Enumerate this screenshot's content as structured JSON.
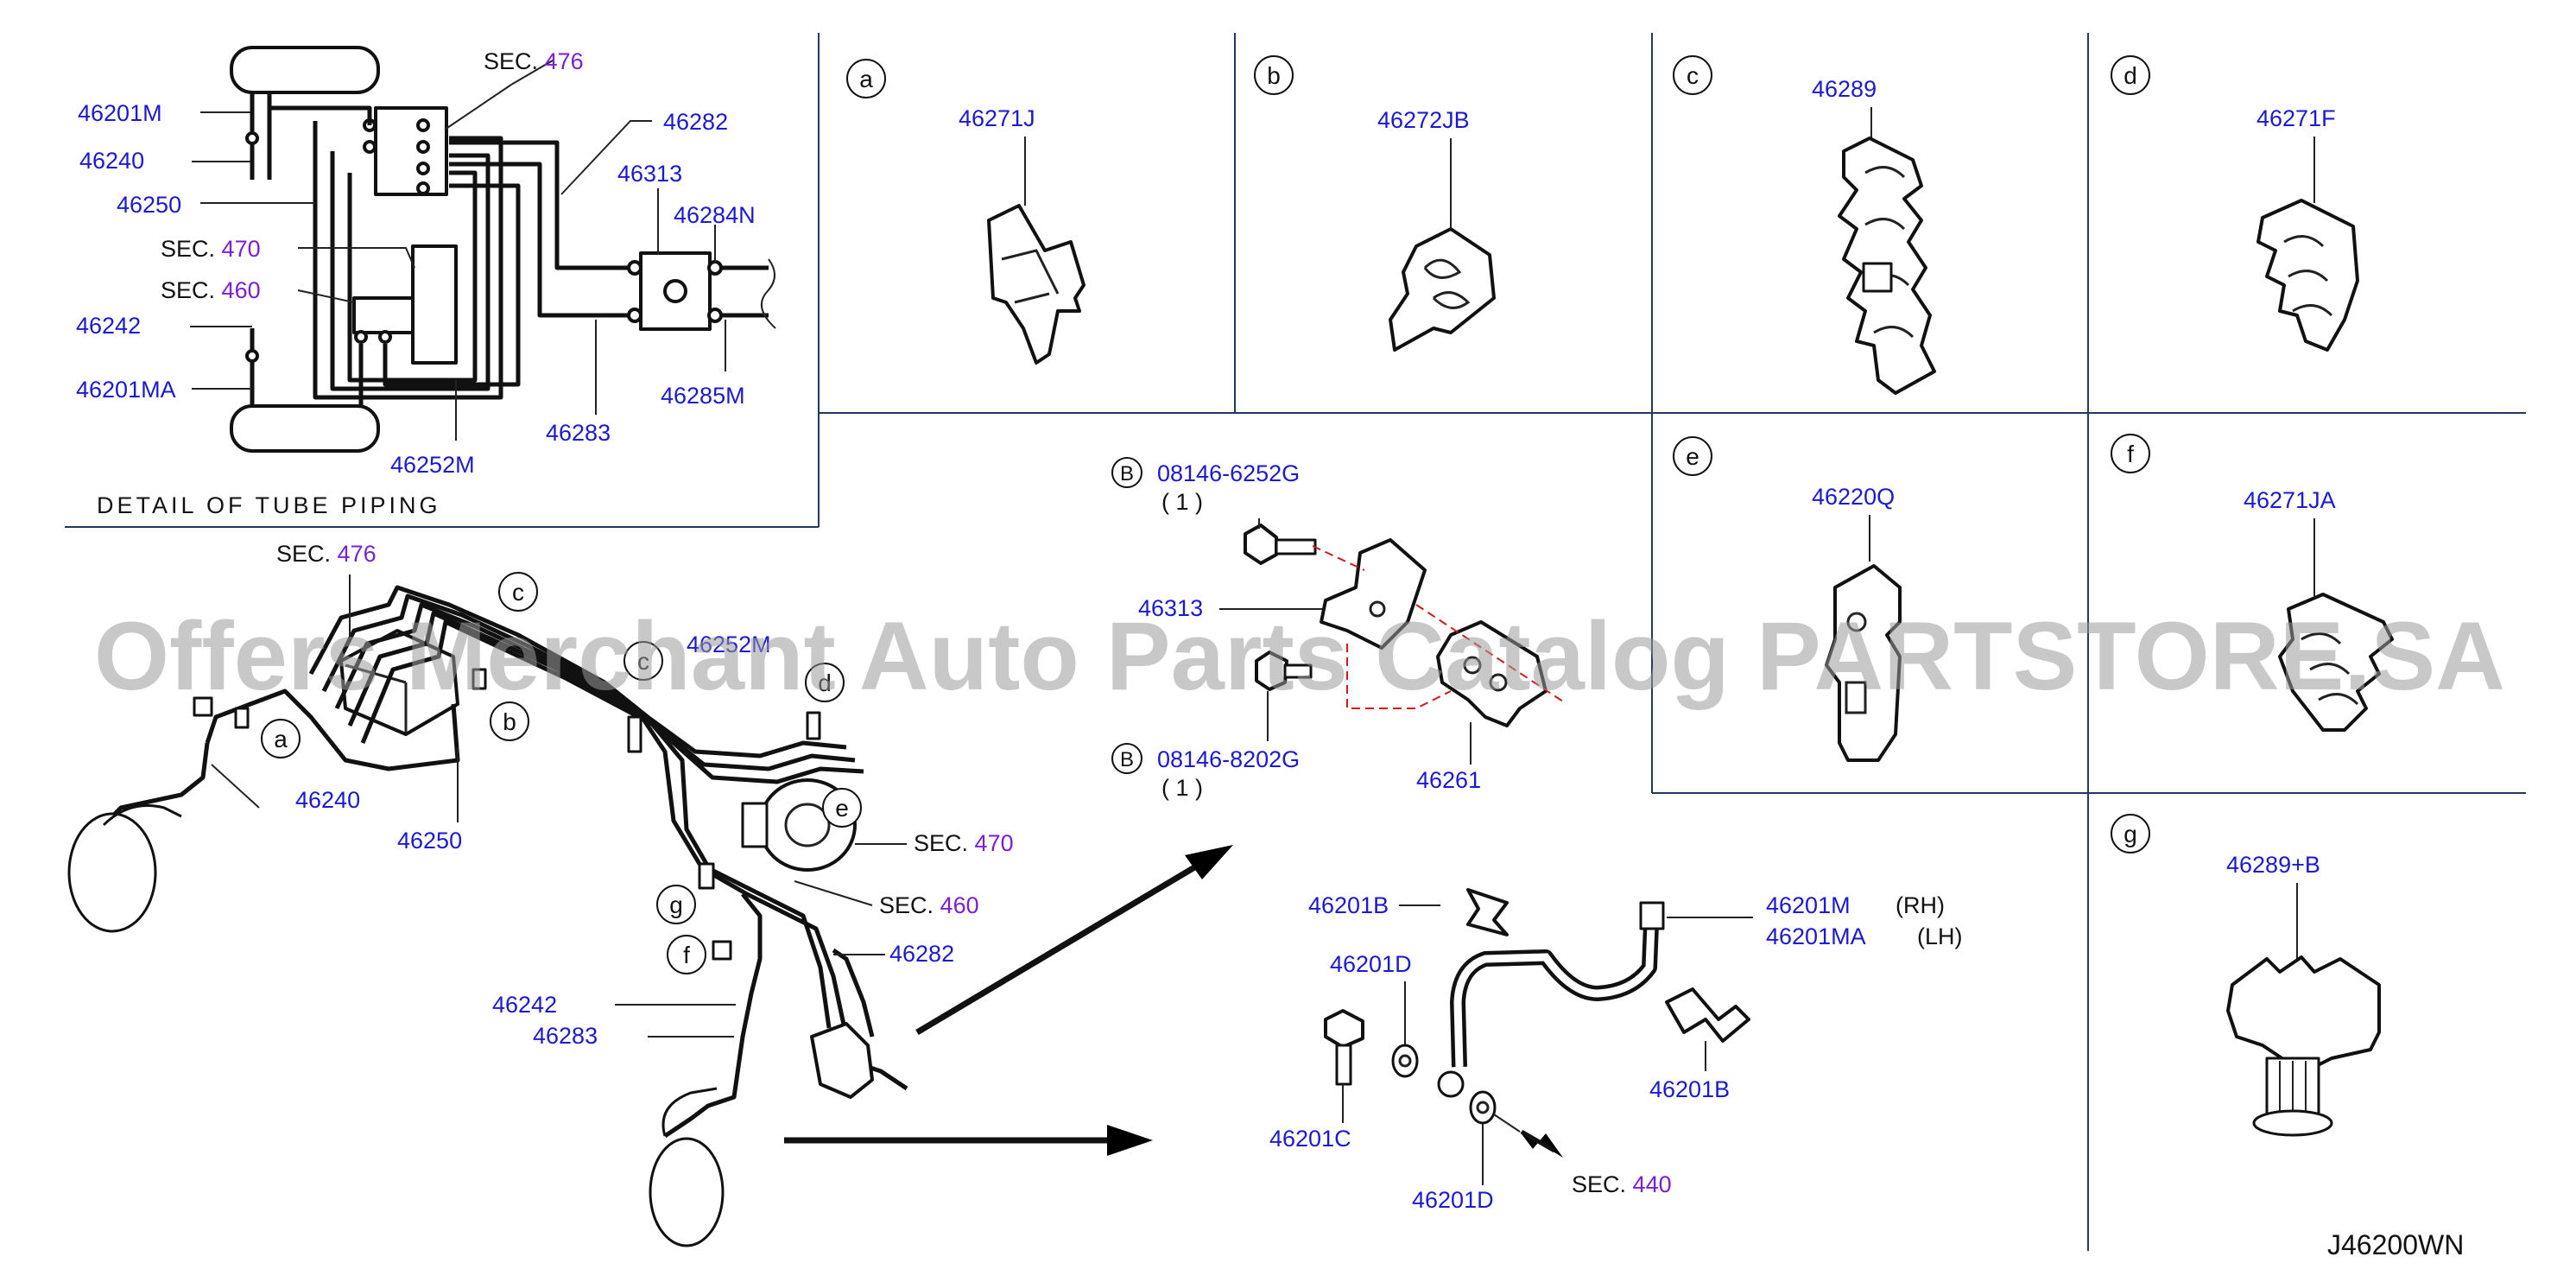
{
  "detail": {
    "title": "DETAIL OF TUBE PIPING",
    "sec_word": "SEC.",
    "sec_476": "476",
    "sec_470": "470",
    "sec_460": "460",
    "p_46201M": "46201M",
    "p_46240": "46240",
    "p_46250": "46250",
    "p_46242": "46242",
    "p_46201MA": "46201MA",
    "p_46252M": "46252M",
    "p_46283": "46283",
    "p_46282": "46282",
    "p_46313": "46313",
    "p_46284N": "46284N",
    "p_46285M": "46285M"
  },
  "cells": {
    "a": {
      "letter": "a",
      "part": "46271J"
    },
    "b": {
      "letter": "b",
      "part": "46272JB"
    },
    "c": {
      "letter": "c",
      "part": "46289"
    },
    "d": {
      "letter": "d",
      "part": "46271F"
    },
    "e": {
      "letter": "e",
      "part": "46220Q"
    },
    "f": {
      "letter": "f",
      "part": "46271JA"
    },
    "g": {
      "letter": "g",
      "part": "46289+B"
    }
  },
  "junction": {
    "bolt_mark": "B",
    "bolt1": "08146-6252G",
    "bolt1_qty": "( 1 )",
    "bolt2": "08146-8202G",
    "bolt2_qty": "( 1 )",
    "p_46313": "46313",
    "p_46261": "46261"
  },
  "hose": {
    "p_46201B_a": "46201B",
    "p_46201D_a": "46201D",
    "p_46201C": "46201C",
    "p_46201D_b": "46201D",
    "p_46201M": "46201M",
    "rh": "(RH)",
    "p_46201MA": "46201MA",
    "lh": "(LH)",
    "p_46201B_b": "46201B",
    "sec_word": "SEC.",
    "sec_440": "440"
  },
  "main": {
    "sec_word": "SEC.",
    "sec_476": "476",
    "sec_470": "470",
    "sec_460": "460",
    "p_46240": "46240",
    "p_46250": "46250",
    "p_46252M": "46252M",
    "p_46282": "46282",
    "p_46242": "46242",
    "p_46283": "46283",
    "clip_a": "a",
    "clip_b": "b",
    "clip_c1": "c",
    "clip_c2": "c",
    "clip_d": "d",
    "clip_e": "e",
    "clip_f": "f",
    "clip_g": "g"
  },
  "footer": {
    "code": "J46200WN"
  },
  "watermark": "Offers Merchant Auto Parts Catalog PARTSTORE.SA",
  "colors": {
    "part_number": "#1a1ad0",
    "section_ref": "#7a1fd6",
    "frame": "#1e3a5f"
  }
}
